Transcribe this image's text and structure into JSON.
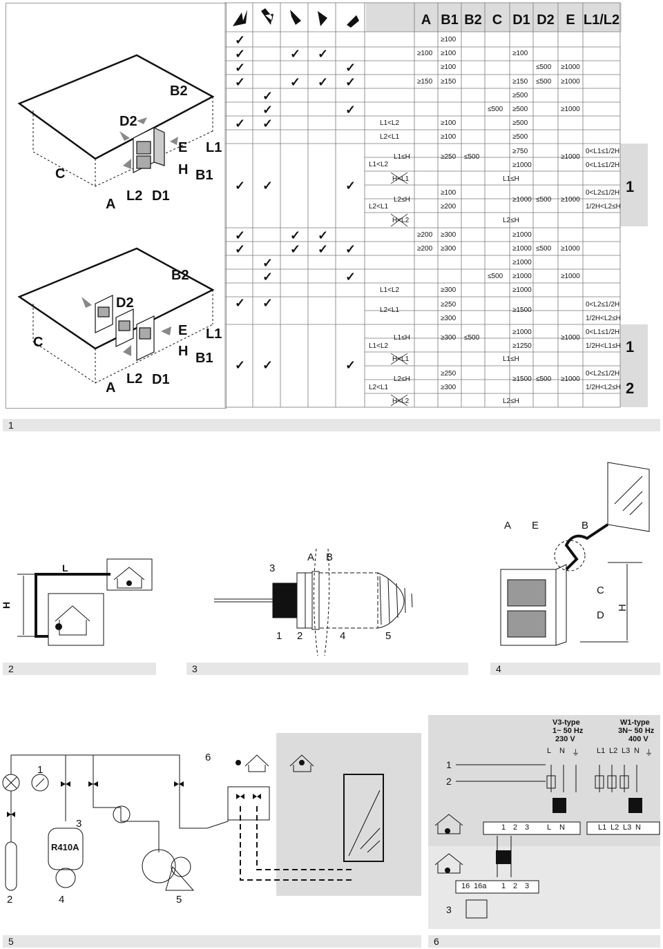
{
  "table": {
    "headers": [
      "A",
      "B1",
      "B2",
      "C",
      "D1",
      "D2",
      "E",
      "L1/L2"
    ],
    "side_labels": [
      "1",
      "1",
      "2"
    ],
    "rows_section1": [
      {
        "checks": [
          1,
          0,
          0,
          0,
          0
        ],
        "cells": {
          "B1": "≥100"
        }
      },
      {
        "checks": [
          1,
          0,
          1,
          1,
          0
        ],
        "cells": {
          "A": "≥100",
          "B1": "≥100",
          "D1": "≥100"
        }
      },
      {
        "checks": [
          1,
          0,
          0,
          0,
          1
        ],
        "cells": {
          "B1": "≥100",
          "D2": "≤500",
          "E": "≥1000"
        }
      },
      {
        "checks": [
          1,
          0,
          1,
          1,
          1
        ],
        "cells": {
          "A": "≥150",
          "B1": "≥150",
          "D1": "≥150",
          "D2": "≤500",
          "E": "≥1000"
        }
      },
      {
        "checks": [
          0,
          1,
          0,
          0,
          0
        ],
        "cells": {
          "D1": "≥500"
        }
      },
      {
        "checks": [
          0,
          1,
          0,
          0,
          1
        ],
        "cells": {
          "C": "≤500",
          "D1": "≥500",
          "E": "≥1000"
        }
      },
      {
        "checks": [
          1,
          1,
          0,
          0,
          0
        ],
        "cells": {
          "cond": "L1<L2",
          "B1": "≥100",
          "D1": "≥500"
        }
      },
      {
        "checks": [
          0,
          0,
          0,
          0,
          0
        ],
        "cells": {
          "cond": "L2<L1",
          "B1": "≥100",
          "D1": "≥500"
        }
      }
    ],
    "complex1": {
      "L1<L2": "L1<L2",
      "L1≤H": "L1≤H",
      "v250": "≥250",
      "v500": "≤500",
      "v750": "≥750",
      "v1000a": "≥1000",
      "v1000b": "≥1000",
      "r1": "0<L1≤1/2H",
      "r2": "0<L1≤1/2H",
      "HL1": "H<L1",
      "L1H": "L1≤H",
      "L2<L1": "L2<L1",
      "L2≤H": "L2≤H",
      "v100": "≥100",
      "v200": "≥200",
      "v1000c": "≥1000",
      "v500b": "≤500",
      "v1000d": "≥1000",
      "r3": "0<L2≤1/2H",
      "r4": "1/2H<L2≤H",
      "HL2": "H<L2",
      "L2H": "L2≤H"
    },
    "rows_section2": [
      {
        "checks": [
          1,
          0,
          1,
          1,
          0
        ],
        "cells": {
          "A": "≥200",
          "B1": "≥300",
          "D1": "≥1000"
        }
      },
      {
        "checks": [
          1,
          0,
          1,
          1,
          1
        ],
        "cells": {
          "A": "≥200",
          "B1": "≥300",
          "D1": "≥1000",
          "D2": "≤500",
          "E": "≥1000"
        }
      },
      {
        "checks": [
          0,
          1,
          0,
          0,
          0
        ],
        "cells": {
          "D1": "≥1000"
        }
      },
      {
        "checks": [
          0,
          1,
          0,
          0,
          1
        ],
        "cells": {
          "C": "≤500",
          "D1": "≥1000",
          "E": "≥1000"
        }
      },
      {
        "checks": [
          0,
          0,
          0,
          0,
          0
        ],
        "cells": {
          "cond": "L1<L2",
          "B1": "≥300",
          "D1": "≥1000"
        }
      }
    ],
    "complex2": {
      "L2<L1": "L2<L1",
      "v250": "≥250",
      "v300": "≥300",
      "v1500": "≥1500",
      "r1": "0<L2≤1/2H",
      "r2": "1/2H<L2≤H",
      "L1<L2": "L1<L2",
      "L1≤H": "L1≤H",
      "v300b": "≥300",
      "v500": "≤500",
      "v1000": "≥1000",
      "v1250": "≥1250",
      "v1000b": "≥1000",
      "r3": "0<L1≤1/2H",
      "r4": "1/2H<L1≤H",
      "HL1": "H<L1",
      "L1H": "L1≤H",
      "L2≤H": "L2≤H",
      "v250b": "≥250",
      "v300c": "≥300",
      "v1500b": "≥1500",
      "v500b": "≤500",
      "v1000c": "≥1000",
      "r5": "0<L2≤1/2H",
      "r6": "1/2H<L2≤H",
      "HL2": "H<L2",
      "L2H": "L2≤H",
      "L2<L1b": "L2<L1"
    }
  },
  "iso_labels": [
    "B2",
    "D2",
    "E",
    "L1",
    "H",
    "B1",
    "C",
    "A",
    "L2",
    "D1"
  ],
  "captions": {
    "fig1": "1",
    "fig2": "2",
    "fig3": "3",
    "fig4": "4",
    "fig5": "5",
    "fig6": "6"
  },
  "fig2": {
    "L": "L",
    "H": "H"
  },
  "fig3": {
    "n3": "3",
    "A": "A",
    "B": "B",
    "n1": "1",
    "n2": "2",
    "n4": "4",
    "n5": "5"
  },
  "fig4": {
    "A": "A",
    "E": "E",
    "B": "B",
    "C": "C",
    "D": "D",
    "H": "H"
  },
  "fig5": {
    "n1": "1",
    "n2": "2",
    "n3": "3",
    "n4": "4",
    "n5": "5",
    "n6": "6",
    "tank": "R410A"
  },
  "fig6": {
    "v3_title": "V3-type",
    "v3_freq": "1~ 50 Hz",
    "v3_volt": "230 V",
    "w1_title": "W1-type",
    "w1_freq": "3N~ 50 Hz",
    "w1_volt": "400 V",
    "v3_terms": [
      "L",
      "N",
      "⏚"
    ],
    "w1_terms": [
      "L1",
      "L2",
      "L3",
      "N",
      "⏚"
    ],
    "n1": "1",
    "n2": "2",
    "n3": "3",
    "strip1": [
      "1",
      "2",
      "3",
      "L",
      "N"
    ],
    "strip_w1": [
      "L1",
      "L2",
      "L3",
      "N"
    ],
    "strip2": [
      "16",
      "16a",
      "1",
      "2",
      "3"
    ]
  },
  "colors": {
    "shade": "#dcdcdc",
    "caption": "#e6e6e6",
    "line": "#222222"
  }
}
